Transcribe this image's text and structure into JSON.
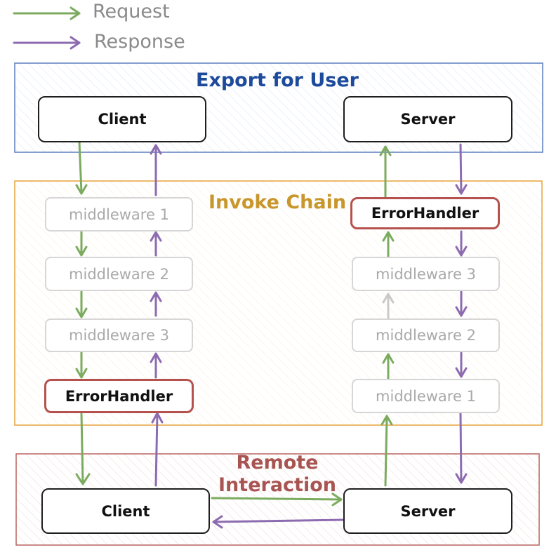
{
  "legend": {
    "request_label": "Request",
    "response_label": "Response"
  },
  "colors": {
    "request": "#7bab5e",
    "response": "#8d6bb0",
    "neutral_arrow": "#c9c9c9",
    "export_region": "#5a7fbf",
    "invoke_region": "#e6a43b",
    "remote_region": "#b86460",
    "export_title": "#1e4a9c",
    "invoke_title": "#c9962c",
    "remote_title": "#a85552",
    "error_handler_border": "#b5524d"
  },
  "export_region": {
    "title": "Export for User",
    "client": "Client",
    "server": "Server"
  },
  "invoke_region": {
    "title": "Invoke Chain",
    "left_chain": [
      "middleware 1",
      "middleware 2",
      "middleware 3",
      "ErrorHandler"
    ],
    "right_chain": [
      "ErrorHandler",
      "middleware 3",
      "middleware 2",
      "middleware 1"
    ]
  },
  "remote_region": {
    "title_line1": "Remote",
    "title_line2": "Interaction",
    "client": "Client",
    "server": "Server"
  }
}
